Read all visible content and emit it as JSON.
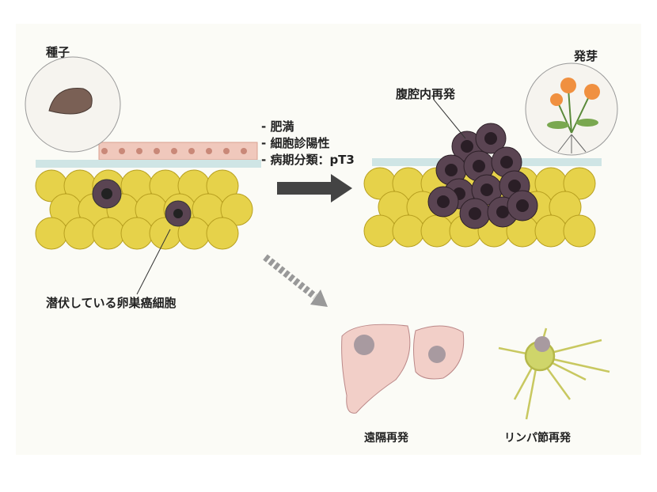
{
  "labels": {
    "seed": "種子",
    "germination": "発芽",
    "peritoneal_recurrence": "腹腔内再発",
    "latent_cells": "潜伏している卵巣癌細胞",
    "distant_recurrence": "遠隔再発",
    "lymph_recurrence": "リンパ節再発"
  },
  "risk_factors": [
    "- 肥満",
    "- 細胞診陽性",
    "- 病期分類：pT3"
  ],
  "colors": {
    "fat_cell": "#e6d24a",
    "cancer_cell": "#5a4452",
    "epithelium": "#f0c8bc",
    "liver": "#f2cfc8",
    "lymph": "#dfe08a",
    "arrow": "#444444",
    "background": "#fbfbf6"
  }
}
